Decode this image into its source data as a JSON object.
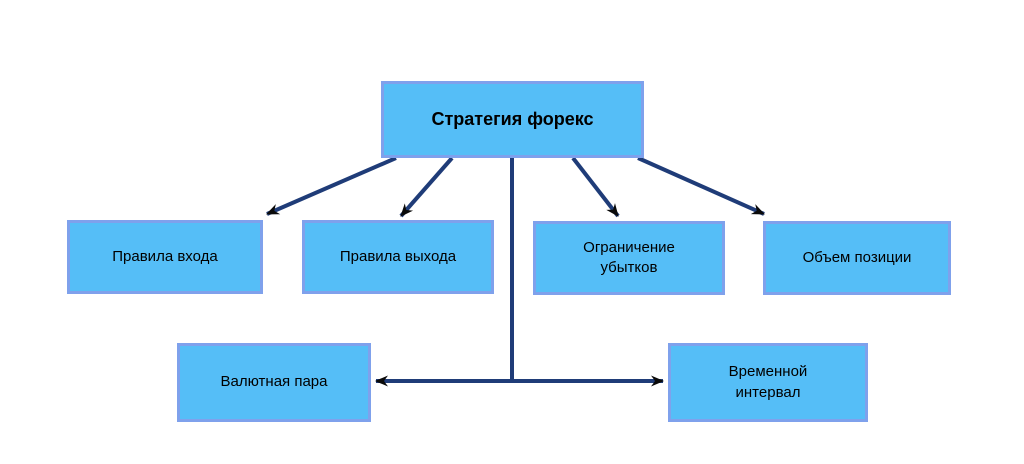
{
  "diagram": {
    "type": "flowchart",
    "background": "#ffffff",
    "nodes": {
      "strategy": {
        "label": "Стратегия форекс"
      },
      "entry_rules": {
        "label": "Правила входа"
      },
      "exit_rules": {
        "label": "Правила выхода"
      },
      "loss_limit": {
        "label": "Ограничение\nубытков"
      },
      "position_size": {
        "label": "Объем позиции"
      },
      "currency_pair": {
        "label": "Валютная пара"
      },
      "time_interval": {
        "label": "Временной\nинтервал"
      }
    },
    "edges": [
      {
        "from": "strategy",
        "to": "entry_rules",
        "style": "arrow"
      },
      {
        "from": "strategy",
        "to": "exit_rules",
        "style": "arrow"
      },
      {
        "from": "strategy",
        "to": "loss_limit",
        "style": "arrow"
      },
      {
        "from": "strategy",
        "to": "position_size",
        "style": "arrow"
      },
      {
        "from": "strategy",
        "to": "currency_pair",
        "style": "arrow"
      },
      {
        "from": "strategy",
        "to": "time_interval",
        "style": "arrow"
      }
    ],
    "colors": {
      "background": "#ffffff",
      "node_fill": "#55BEF7",
      "node_border": "#7FA1EC",
      "edge": "#1F3C78",
      "arrowhead": "#0A0A0A",
      "text": "#000000"
    }
  }
}
